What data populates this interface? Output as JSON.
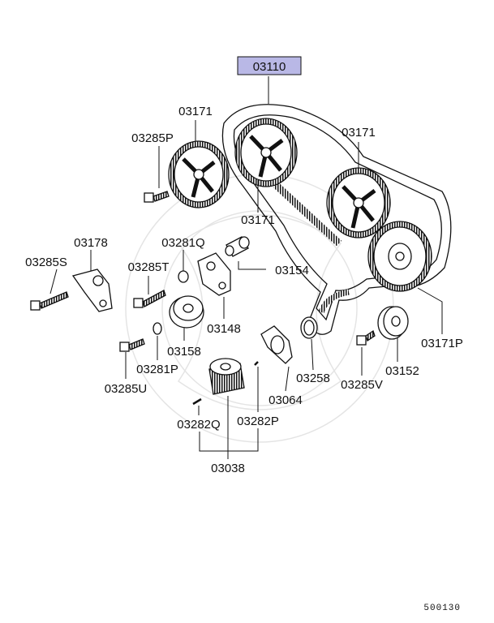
{
  "diagram": {
    "highlight_color": "#b9b8e6",
    "reference_number": "500130",
    "callouts": {
      "belt": "03110",
      "sprocket_left": "03171",
      "sprocket_center": "03171",
      "sprocket_right_top": "03171",
      "sprocket_right_bottom": "03171P",
      "bolt_left_sprocket": "03285P",
      "bracket": "03178",
      "bolt_bracket": "03285S",
      "washer_tensioner": "03281Q",
      "bolt_tensioner": "03285T",
      "pin": "03154",
      "tensioner_arm": "03148",
      "tensioner_pulley": "03158",
      "washer_idler": "03281P",
      "bolt_idler": "03285U",
      "seal_ring": "03258",
      "bolt_right": "03285V",
      "idler_right": "03152",
      "flange": "03064",
      "key_q": "03282Q",
      "key_p": "03282P",
      "crank_sprocket": "03038"
    }
  }
}
